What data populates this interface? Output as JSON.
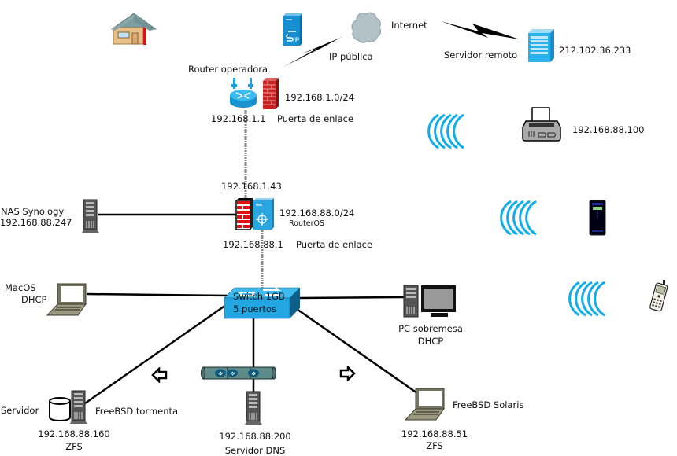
{
  "diagram": {
    "type": "network-topology",
    "internet": {
      "label": "Internet",
      "public_ip_label": "IP pública"
    },
    "remote_server": {
      "label": "Servidor remoto",
      "ip": "212.102.36.233"
    },
    "isp_router": {
      "label": "Router operadora",
      "subnet": "192.168.1.0/24",
      "ip": "192.168.1.1",
      "role": "Puerta de enlace"
    },
    "mikrotik": {
      "wan_ip": "192.168.1.43",
      "subnet": "192.168.88.0/24",
      "os": "RouterOS",
      "ip": "192.168.88.1",
      "role": "Puerta de enlace"
    },
    "nas": {
      "label": "NAS Synology",
      "ip": "192.168.88.247"
    },
    "switch": {
      "line1": "Switch 1GB",
      "line2": "5 puertos"
    },
    "macos": {
      "line1": "MacOS",
      "line2": "DHCP"
    },
    "desktop": {
      "line1": "PC sobremesa",
      "line2": "DHCP"
    },
    "printer": {
      "ip": "192.168.88.100"
    },
    "freebsd_tormenta": {
      "left_label": "Servidor",
      "name": "FreeBSD tormenta",
      "ip": "192.168.88.160",
      "fs": "ZFS"
    },
    "dns_server": {
      "ip": "192.168.88.200",
      "label": "Servidor DNS"
    },
    "freebsd_solaris": {
      "name": "FreeBSD Solaris",
      "ip": "192.168.88.51",
      "fs": "ZFS"
    },
    "colors": {
      "cisco_blue": "#1ba1e2",
      "wifi_blue": "#10aee8",
      "firewall_red": "#cc2222",
      "cloud_gray": "#b0bfc4",
      "link_black": "#000000",
      "uplink_gray": "#888888"
    }
  }
}
